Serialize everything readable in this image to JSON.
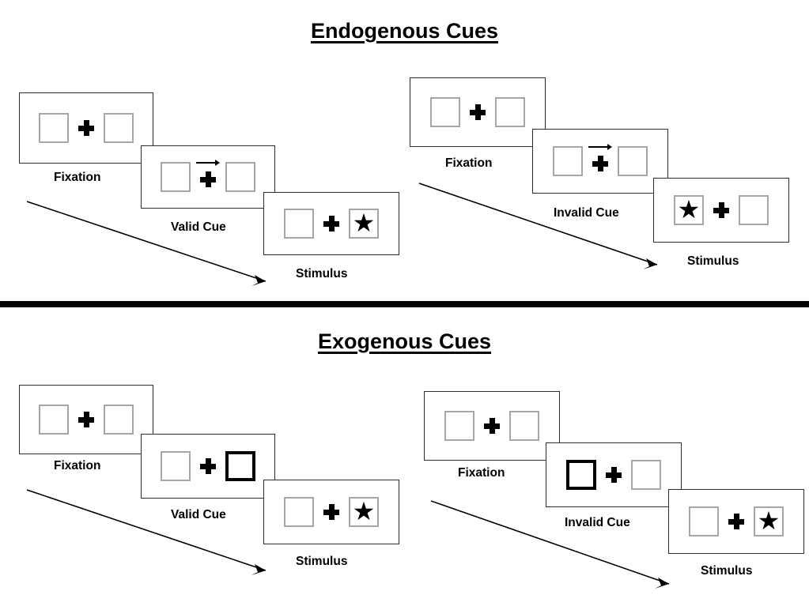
{
  "sections": [
    {
      "id": "endogenous",
      "title": "Endogenous Cues",
      "groups": [
        {
          "id": "endogenous-valid",
          "validity": "valid",
          "cue_label": "Valid Cue",
          "panels": [
            {
              "caption": "Fixation",
              "left_box": "empty",
              "right_box": "empty",
              "arrow_cue": false,
              "cue_side": "none",
              "star_side": "none"
            },
            {
              "caption": "Valid Cue",
              "left_box": "empty",
              "right_box": "empty",
              "arrow_cue": true,
              "cue_side": "right",
              "star_side": "none"
            },
            {
              "caption": "Stimulus",
              "left_box": "empty",
              "right_box": "star",
              "arrow_cue": false,
              "cue_side": "none",
              "star_side": "right"
            }
          ]
        },
        {
          "id": "endogenous-invalid",
          "validity": "invalid",
          "cue_label": "Invalid Cue",
          "panels": [
            {
              "caption": "Fixation",
              "left_box": "empty",
              "right_box": "empty",
              "arrow_cue": false,
              "cue_side": "none",
              "star_side": "none"
            },
            {
              "caption": "Invalid Cue",
              "left_box": "empty",
              "right_box": "empty",
              "arrow_cue": true,
              "cue_side": "right",
              "star_side": "none"
            },
            {
              "caption": "Stimulus",
              "left_box": "star",
              "right_box": "empty",
              "arrow_cue": false,
              "cue_side": "none",
              "star_side": "left"
            }
          ]
        }
      ]
    },
    {
      "id": "exogenous",
      "title": "Exogenous Cues",
      "groups": [
        {
          "id": "exogenous-valid",
          "validity": "valid",
          "cue_label": "Valid Cue",
          "panels": [
            {
              "caption": "Fixation",
              "left_box": "empty",
              "right_box": "empty",
              "arrow_cue": false,
              "cue_side": "none",
              "star_side": "none"
            },
            {
              "caption": "Valid Cue",
              "left_box": "empty",
              "right_box": "cued",
              "arrow_cue": false,
              "cue_side": "right",
              "star_side": "none"
            },
            {
              "caption": "Stimulus",
              "left_box": "empty",
              "right_box": "star",
              "arrow_cue": false,
              "cue_side": "none",
              "star_side": "right"
            }
          ]
        },
        {
          "id": "exogenous-invalid",
          "validity": "invalid",
          "cue_label": "Invalid Cue",
          "panels": [
            {
              "caption": "Fixation",
              "left_box": "empty",
              "right_box": "empty",
              "arrow_cue": false,
              "cue_side": "none",
              "star_side": "none"
            },
            {
              "caption": "Invalid Cue",
              "left_box": "cued",
              "right_box": "empty",
              "arrow_cue": false,
              "cue_side": "left",
              "star_side": "none"
            },
            {
              "caption": "Stimulus",
              "left_box": "empty",
              "right_box": "star",
              "arrow_cue": false,
              "cue_side": "none",
              "star_side": "right"
            }
          ]
        }
      ]
    }
  ],
  "glyphs": {
    "star": "★",
    "plus": "plus-fixation-cross",
    "cue_arrow": "right-arrow-cue",
    "flow_arrow": "time-flow-arrow"
  },
  "colors": {
    "ink": "#000000",
    "panel_border": "#2b2b2b",
    "box_border": "#a6a6a6",
    "cued_box_border": "#000000",
    "background": "#ffffff",
    "divider": "#000000"
  }
}
